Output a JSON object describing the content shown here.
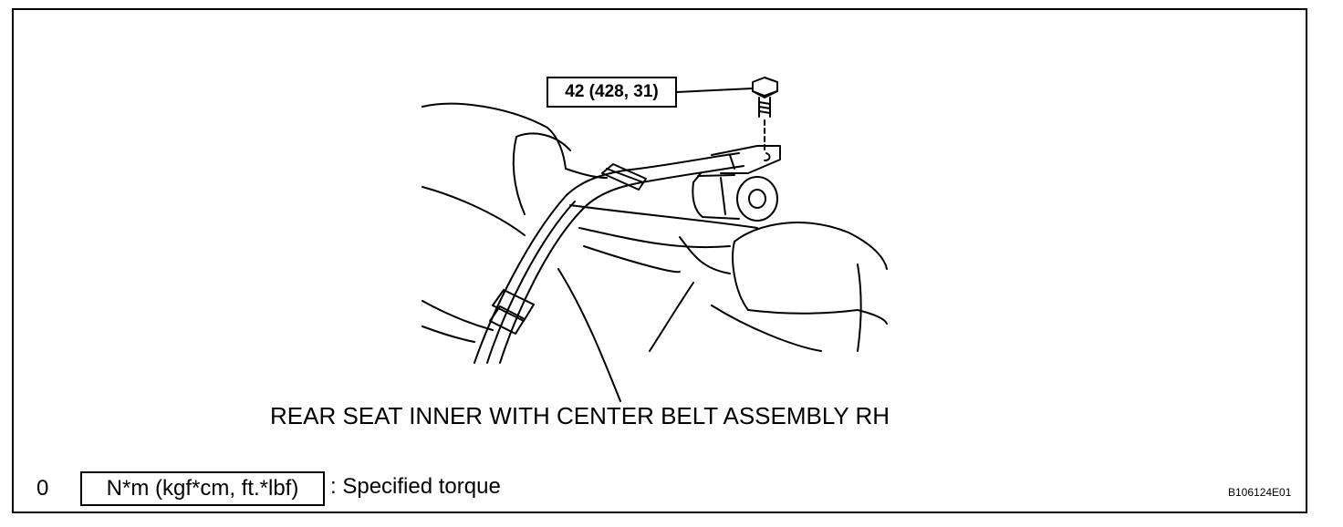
{
  "diagram": {
    "torque_value": "42 (428, 31)",
    "part_label": "REAR SEAT INNER WITH CENTER BELT ASSEMBLY RH",
    "figure_id": "B106124E01"
  },
  "legend": {
    "symbol": "0",
    "unit_box": "N*m (kgf*cm, ft.*lbf)",
    "description": ": Specified torque"
  }
}
